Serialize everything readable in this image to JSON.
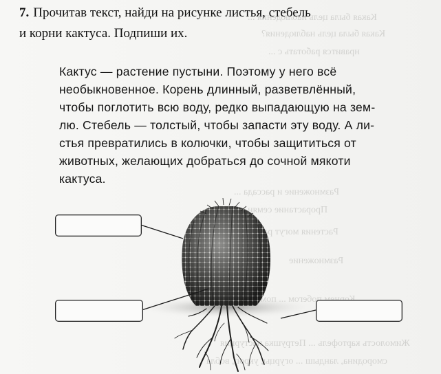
{
  "task": {
    "number": "7.",
    "line1": "Прочитав текст, найди на рисунке листья, стебель",
    "line2": "и корни кактуса. Подпиши их."
  },
  "paragraph": {
    "lines": [
      "Кактус — растение пустыни. Поэтому у него всё",
      "необыкновенное. Корень длинный, разветвлённый,",
      "чтобы поглотить всю воду, редко выпадающую на зем-",
      "лю. Стебель — толстый, чтобы запасти эту воду. А ли-",
      "стья превратились в колючки, чтобы защититься от",
      "животных, желающих добраться до сочной мякоти",
      "кактуса."
    ]
  },
  "label_boxes": {
    "top_left": "",
    "bottom_left": "",
    "bottom_right": ""
  }
}
